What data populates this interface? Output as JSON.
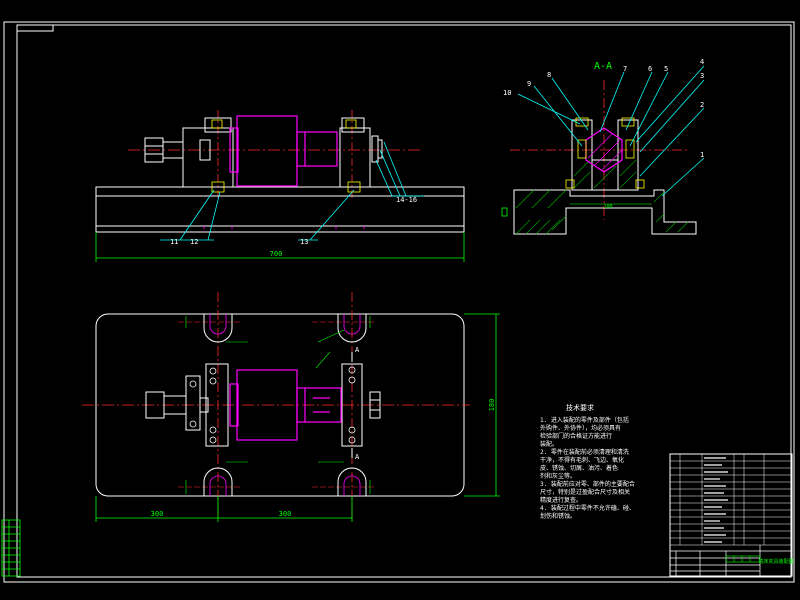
{
  "colors": {
    "background": "#000000",
    "frame": "#ffffff",
    "centerline": "#ff2a2a",
    "part": "#ff00ff",
    "leader": "#00ffff",
    "dimension": "#00ff00",
    "section_fill": "#00aa00",
    "label": "#ffffff",
    "fastener": "#ffff00"
  },
  "section_view": {
    "title": "A-A",
    "labels": [
      "10",
      "9",
      "8",
      "7",
      "6",
      "5",
      "4",
      "3",
      "2",
      "1"
    ],
    "dimension": "100"
  },
  "front_view": {
    "labels": [
      "11",
      "12",
      "13",
      "14-16"
    ],
    "overall_dimension": "700"
  },
  "plan_view": {
    "section_mark": "A",
    "left_dimension": "300",
    "right_dimension": "300",
    "height_dimension": "180"
  },
  "notes": {
    "title": "技术要求",
    "lines": [
      "1. 进入装配的零件及部件（包括",
      "外购件、外协件），均必须具有",
      "检验部门的合格证方能进行",
      "装配。",
      "2. 零件在装配前必须清理和清洗",
      "干净，不得有毛刺、飞边、氧化",
      "皮、锈蚀、切屑、油污、着色",
      "剂和灰尘等。",
      "3. 装配前应对零、部件的主要配合",
      "尺寸，特别是过盈配合尺寸及相关",
      "精度进行复查。",
      "4. 装配过程中零件不允许磕、碰、",
      "划伤和锈蚀。"
    ]
  },
  "title_block": {
    "drawing_name": "铣床夹具装配图"
  }
}
